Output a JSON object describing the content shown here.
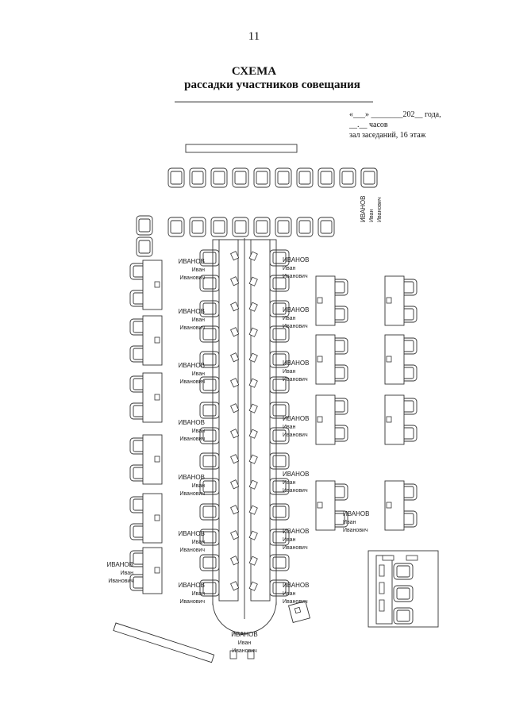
{
  "page_number": "11",
  "title": "СХЕМА",
  "subtitle": "рассадки участников совещания",
  "meta": {
    "date_line": "«___» ________202__ года,",
    "time_line": "__.__ часов",
    "room_line": "зал заседаний, 16 этаж"
  },
  "participant": {
    "surname": "ИВАНОВ",
    "name": "Иван",
    "patronymic": "Иванович"
  }
}
